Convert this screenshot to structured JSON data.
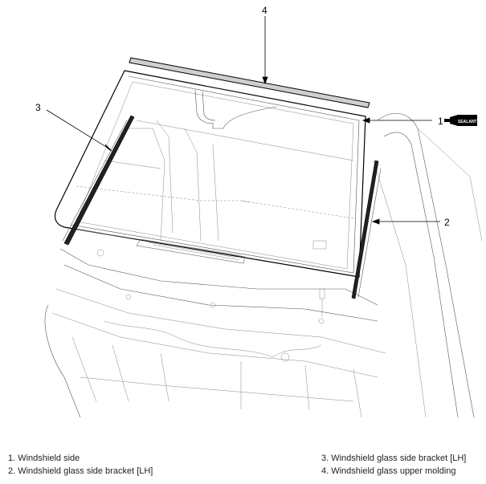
{
  "callouts": {
    "c1": "1",
    "c2": "2",
    "c3": "3",
    "c4": "4"
  },
  "sealant_label": "SEALANT",
  "legend": {
    "item1": "1. Windshield side",
    "item2": "2. Windshield glass side bracket [LH]",
    "item3": "3. Windshield glass side bracket [LH]",
    "item4": "4. Windshield glass upper molding"
  }
}
